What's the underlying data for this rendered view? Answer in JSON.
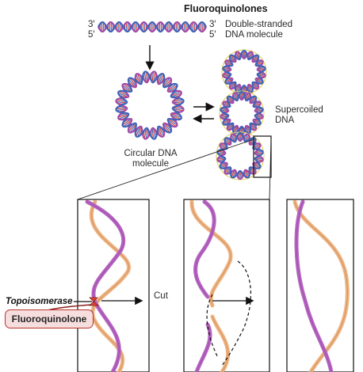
{
  "title": "Fluoroquinolones",
  "labels": {
    "prime_3_left": "3′",
    "prime_5_left": "5′",
    "prime_3_right": "3′",
    "prime_5_right": "5′",
    "double_stranded_line1": "Double-stranded",
    "double_stranded_line2": "DNA molecule",
    "circular_line1": "Circular DNA",
    "circular_line2": "molecule",
    "supercoiled_line1": "Supercoiled",
    "supercoiled_line2": "DNA",
    "cut": "Cut",
    "topoisomerase": "Topoisomerase",
    "fluoroquinolone": "Fluoroquinolone"
  },
  "colors": {
    "strand_purple": "#a24aa8",
    "strand_blue": "#3f63b8",
    "base_red": "#d9423a",
    "base_blue": "#4a6fc4",
    "ribbon_orange": "#f0b27e",
    "ribbon_purple": "#b763c2",
    "supercoil_ring": "#e2d25a",
    "badge_border": "#b8322c",
    "badge_fill": "#f7dede"
  }
}
